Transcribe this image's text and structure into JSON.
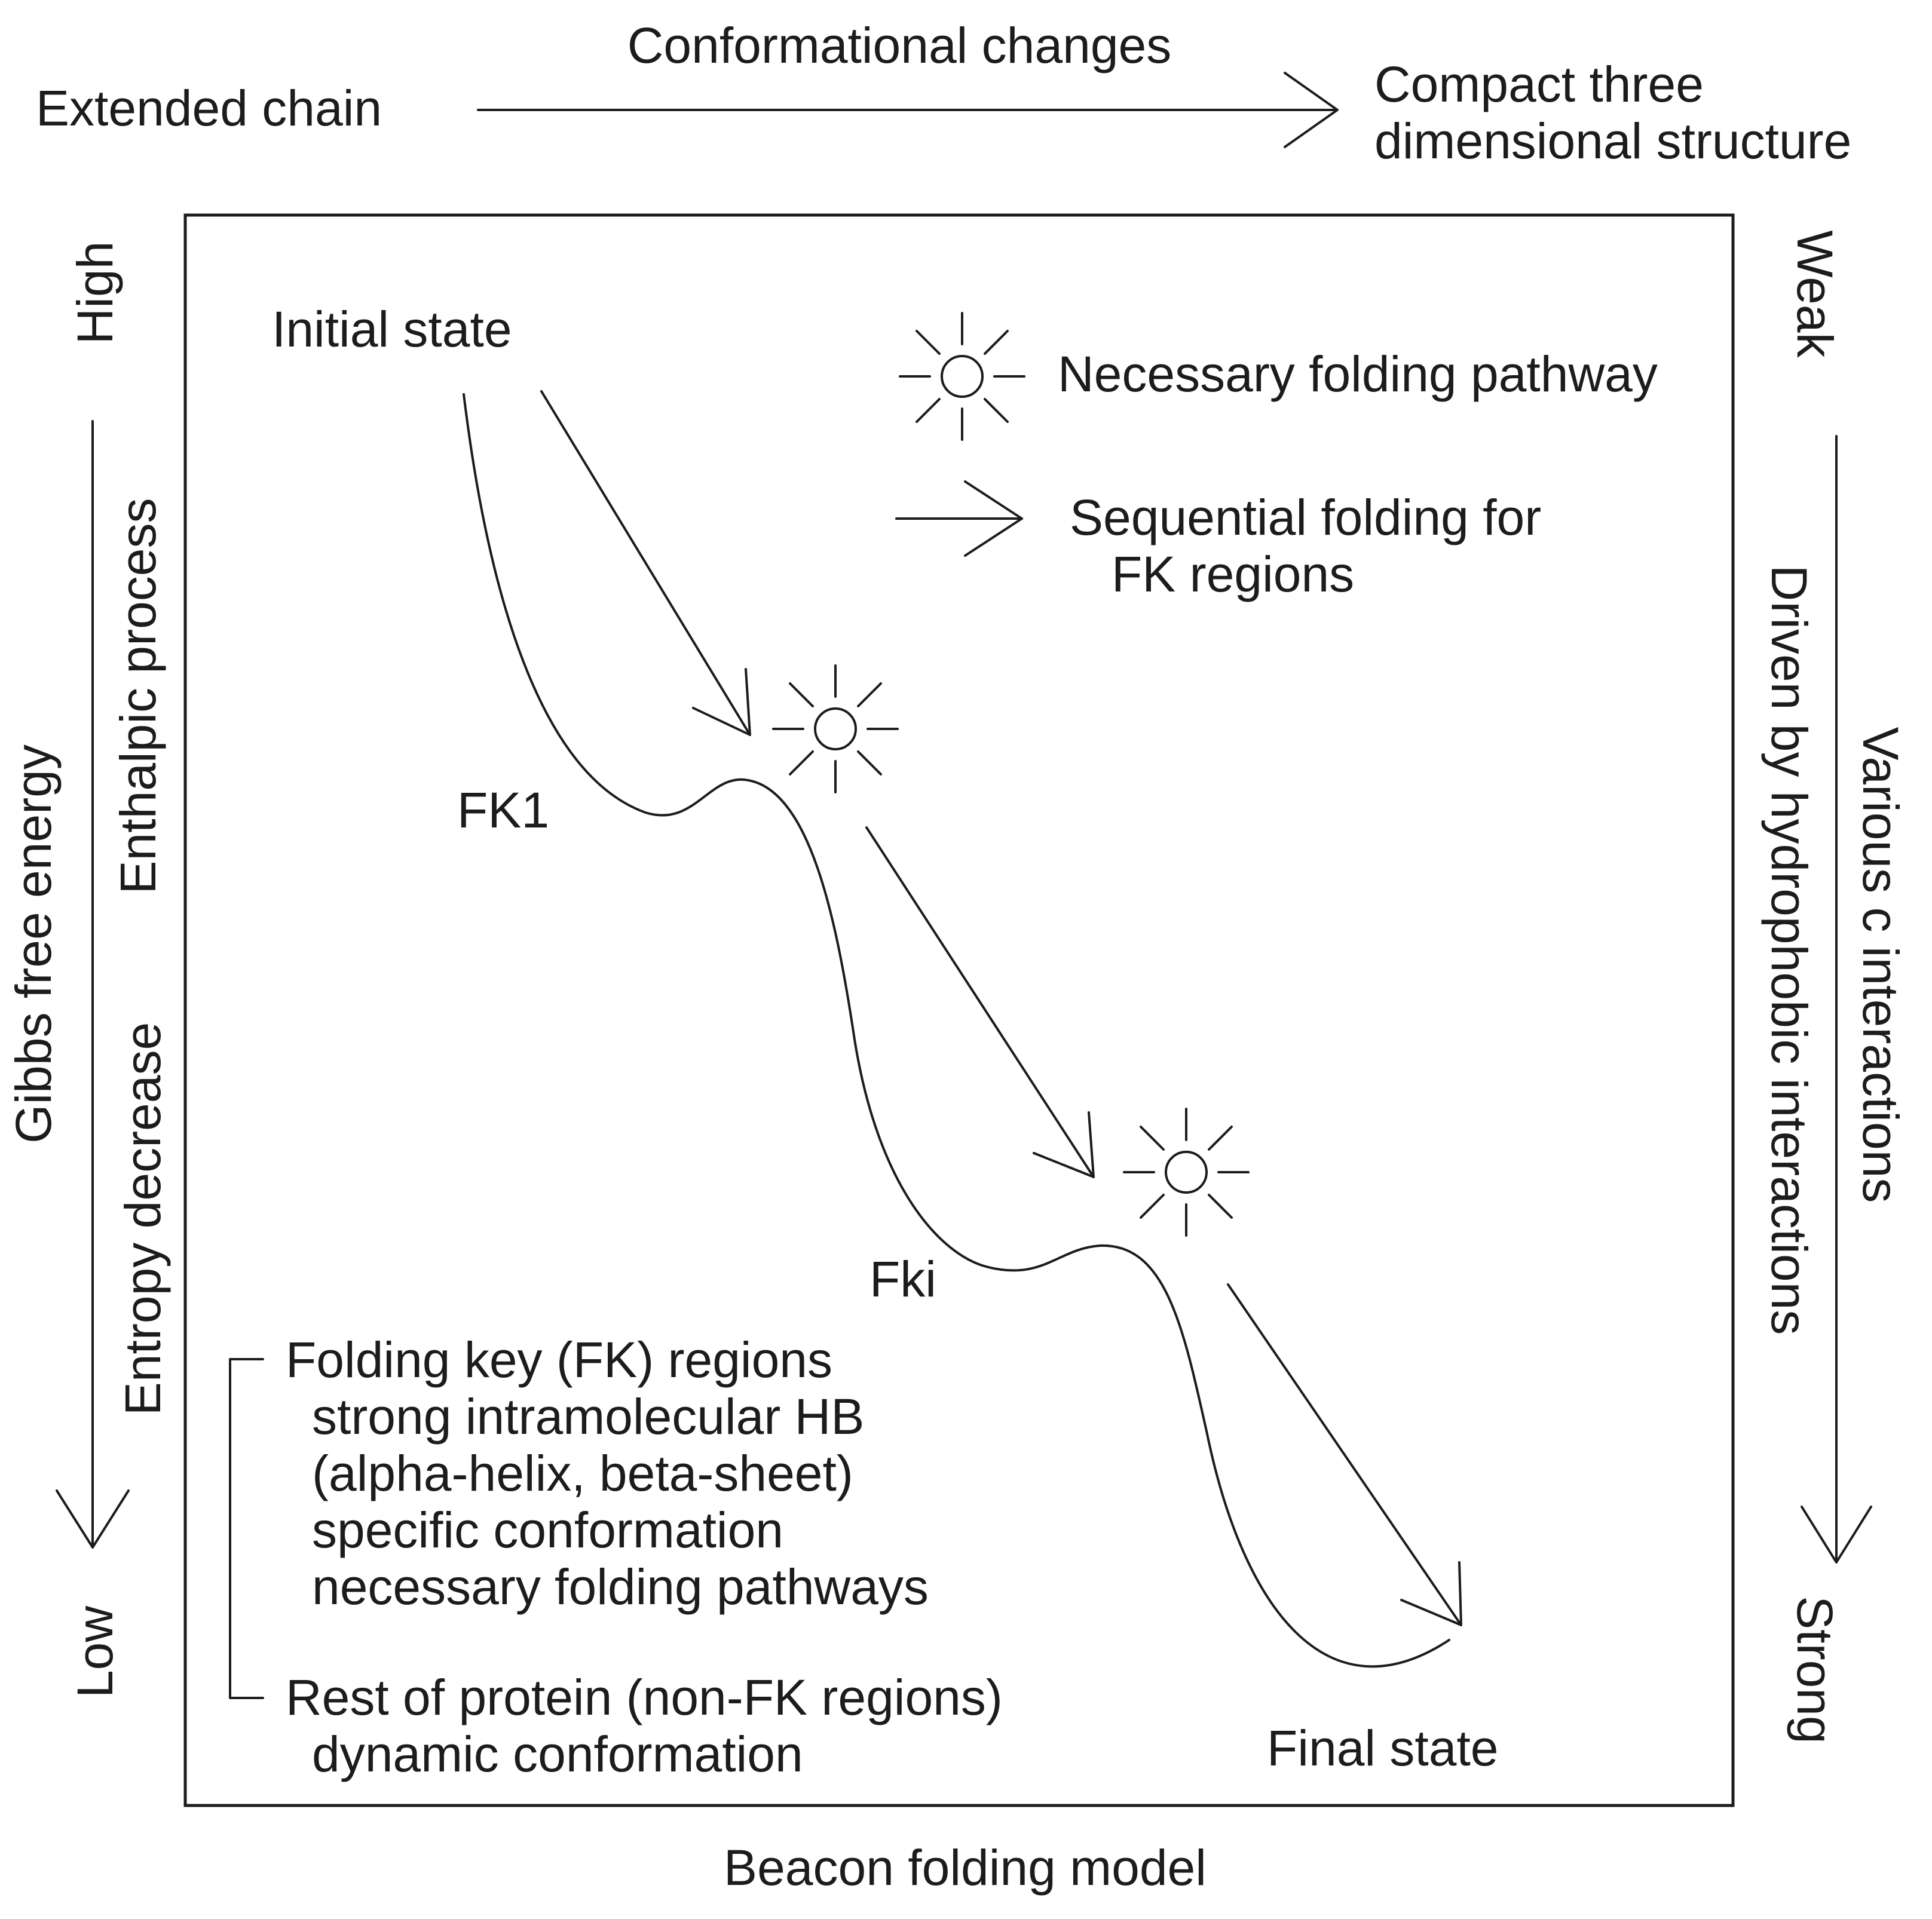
{
  "header": {
    "left_label": "Extended chain",
    "arrow_label": "Conformational changes",
    "right_label_line1": "Compact three",
    "right_label_line2": "dimensional structure"
  },
  "left_axis": {
    "outer_label": "Gibbs free energy",
    "high_label": "High",
    "low_label": "Low",
    "inner_label_upper": "Enthalpic process",
    "inner_label_lower": "Entropy decrease"
  },
  "right_axis": {
    "weak_label": "Weak",
    "strong_label": "Strong",
    "outer_label": "Various c interactions",
    "inner_label": "Driven by hydrophobic interactions"
  },
  "legend": {
    "beacon_label": "Necessary folding pathway",
    "arrow_label_line1": "Sequential folding for",
    "arrow_label_line2": "FK regions"
  },
  "landscape": {
    "initial_state": "Initial state",
    "fk1_label": "FK1",
    "fki_label": "Fki",
    "final_state": "Final state"
  },
  "notes": {
    "fk_title": "Folding key (FK) regions",
    "fk_items": [
      "strong intramolecular HB",
      "(alpha-helix, beta-sheet)",
      "specific conformation",
      "necessary folding pathways"
    ],
    "rest_title": "Rest of protein (non-FK regions)",
    "rest_items": [
      "dynamic conformation"
    ]
  },
  "caption": "Beacon folding model",
  "colors": {
    "ink": "#1c1c1c",
    "background": "#ffffff"
  }
}
